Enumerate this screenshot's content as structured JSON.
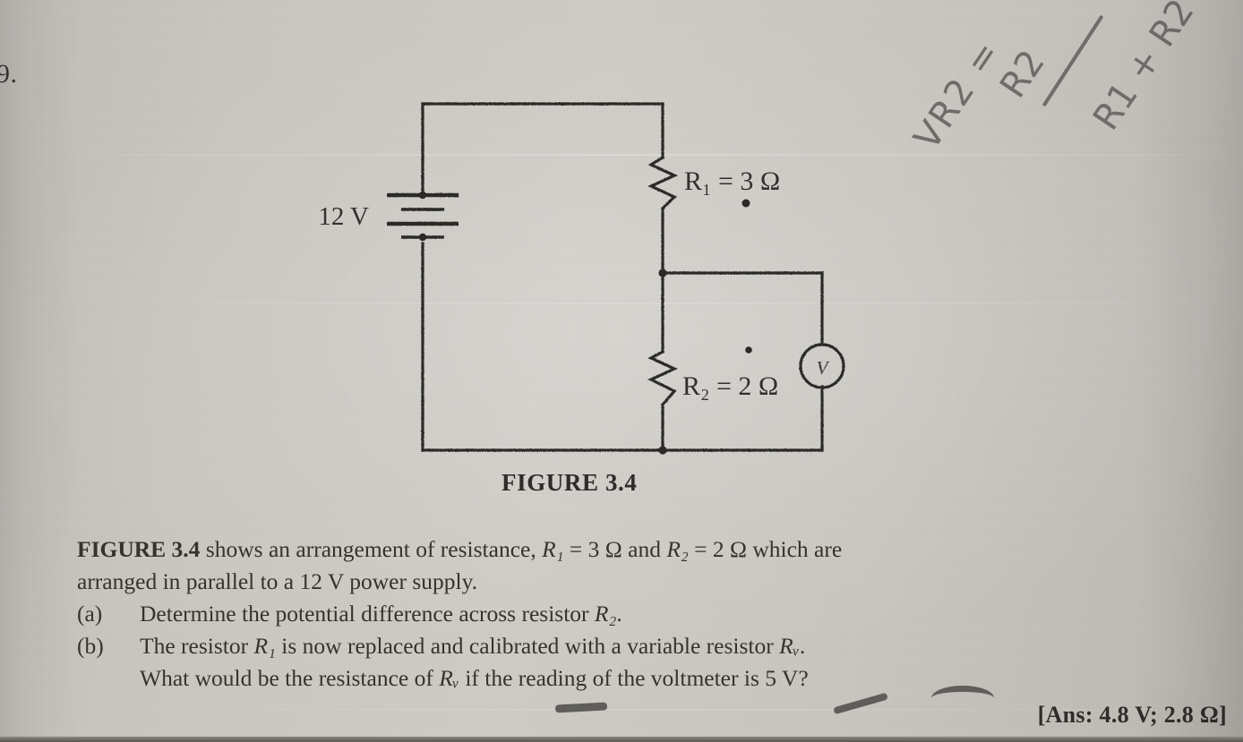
{
  "page": {
    "question_number": "9.",
    "figure_caption": "FIGURE 3.4",
    "background_color": "#c9c6c0",
    "ink_color": "#35332e",
    "pencil_color": "#6e6d69"
  },
  "circuit": {
    "title": "FIGURE 3.4",
    "source_label": "12 V",
    "resistor1_label": "R₁ = 3 Ω",
    "resistor1_name": "R1",
    "resistor1_value": "3 Ω",
    "resistor2_label": "R₂ = 2 Ω",
    "resistor2_name": "R2",
    "resistor2_value": "2 Ω",
    "voltmeter_label": "V",
    "voltmeter_name": "voltmeter"
  },
  "problem": {
    "intro_bold": "FIGURE 3.4",
    "intro_line1_rest": " shows an arrangement of resistance, ",
    "intro_r1": "R₁",
    "intro_eq1": " = 3 Ω and ",
    "intro_r2": "R₂",
    "intro_eq2": " = 2 Ω which are",
    "intro_line2": "arranged in parallel to a 12 V power supply.",
    "part_a_label": "(a)",
    "part_a_text_pre": "Determine the potential difference across resistor ",
    "part_a_symbol": "R₂",
    "part_a_text_post": ".",
    "part_b_label": "(b)",
    "part_b_text_pre": "The resistor ",
    "part_b_symbol1": "R₁",
    "part_b_text_mid": " is now replaced and calibrated with a variable resistor ",
    "part_b_symbol2": "Rᵥ",
    "part_b_text_post": ".",
    "part_b_line2_pre": "What would be the resistance of ",
    "part_b_line2_symbol": "Rᵥ",
    "part_b_line2_post": " if the reading of the voltmeter is 5 V?",
    "answer": "[Ans: 4.8 V; 2.8 Ω]"
  },
  "annotations": {
    "handwritten_formula_numerator": "R2",
    "handwritten_formula_denominator": "R1 + R2",
    "handwritten_formula_left": "VR2 =",
    "note": "pencil-written voltage divider formula in top-right margin"
  }
}
